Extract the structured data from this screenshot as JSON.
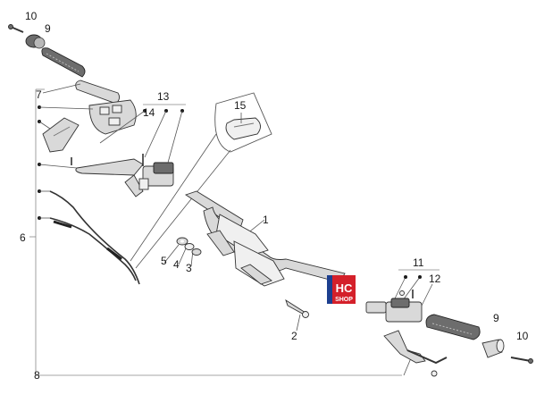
{
  "callouts": {
    "c1": "1",
    "c2": "2",
    "c3": "3",
    "c4": "4",
    "c5": "5",
    "c6": "6",
    "c7": "7",
    "c8": "8",
    "c9_top": "9",
    "c9_right": "9",
    "c10_top": "10",
    "c10_right": "10",
    "c11": "11",
    "c12": "12",
    "c13": "13",
    "c14": "14",
    "c15": "15"
  },
  "logo": {
    "line1": "HC",
    "line2": "SHOP"
  },
  "colors": {
    "logo_red": "#d4202a",
    "logo_blue": "#1d3f8f",
    "line": "#555555",
    "part": "#d9d9d9"
  }
}
